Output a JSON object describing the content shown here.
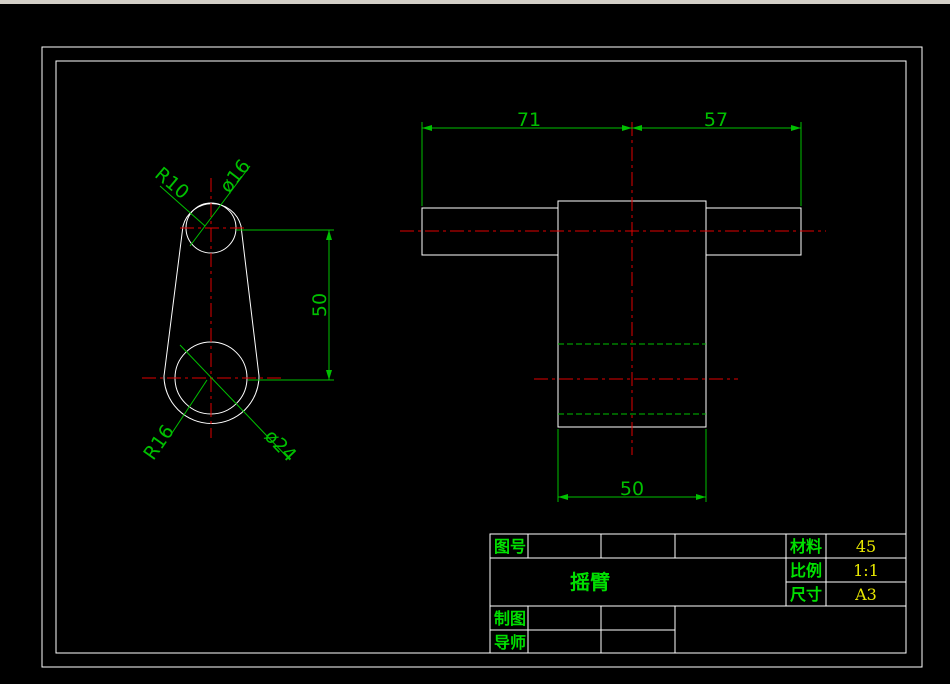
{
  "window": {
    "title_bar_color": "#d4d0c8"
  },
  "colors": {
    "background": "#000000",
    "outline": "#ffffff",
    "dimension": "#00c000",
    "centerline": "#e00000",
    "title_values": "#e8e800"
  },
  "drawing": {
    "front_view": {
      "dims": {
        "radius_small": "R10",
        "diameter_small": "ø16",
        "radius_large": "R16",
        "diameter_large": "ø24",
        "center_distance": "50"
      }
    },
    "top_view": {
      "dims": {
        "left_length": "71",
        "right_length": "57",
        "hub_width": "50"
      }
    }
  },
  "title_block": {
    "drawing_no_label": "图号",
    "part_name": "摇臂",
    "material_label": "材料",
    "material_value": "45",
    "scale_label": "比例",
    "scale_value": "1:1",
    "size_label": "尺寸",
    "size_value": "A3",
    "drawn_by_label": "制图",
    "supervisor_label": "导师"
  }
}
